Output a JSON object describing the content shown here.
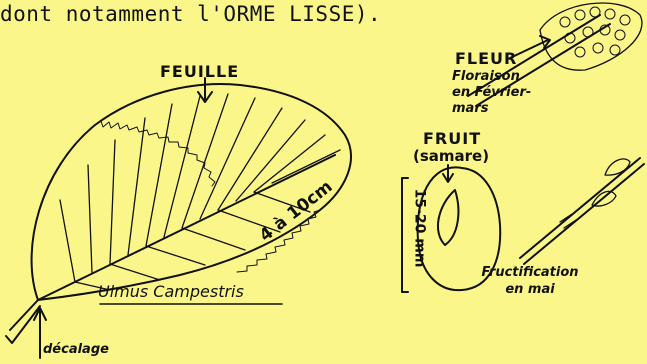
{
  "header_text": "dont notamment l'ORME LISSE).",
  "labels": {
    "leaf": "FEUILLE",
    "leaf_size": "4 à 10cm",
    "flower": "FLEUR",
    "flowering": "Floraison en Février-mars",
    "fruit": "FRUIT",
    "fruit_type": "(samare)",
    "fruit_size": "15-20 mm",
    "fruiting": "Fructification en mai",
    "species": "Ulmus Campestris",
    "offset": "décalage"
  },
  "colors": {
    "paper": "#fbf68a",
    "ink": "#111111"
  }
}
